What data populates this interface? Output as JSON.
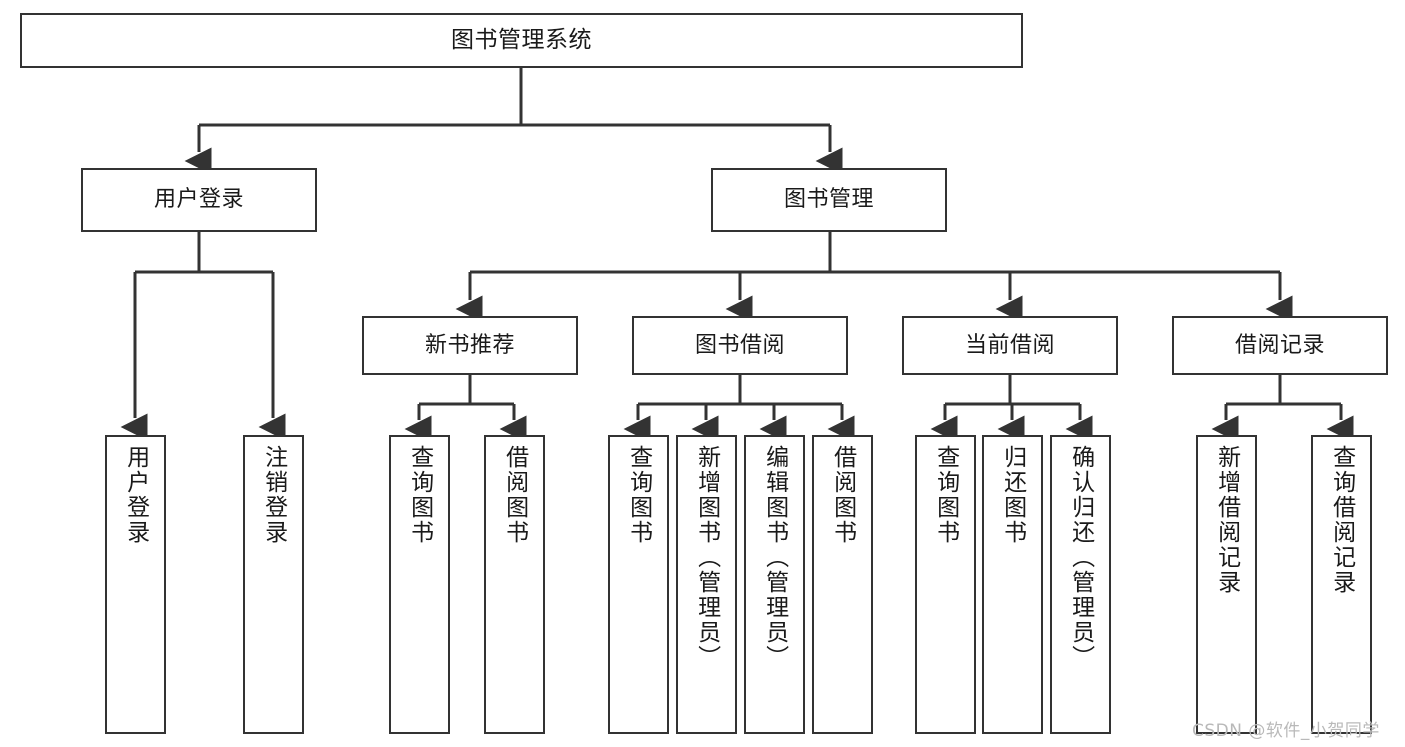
{
  "diagram": {
    "type": "tree-hierarchy",
    "title": "图书管理系统",
    "watermark": "CSDN @软件_小贺同学",
    "colors": {
      "background": "#ffffff",
      "box_border": "#333333",
      "box_fill": "#ffffff",
      "edge": "#333333",
      "text": "#1a1a1a",
      "watermark": "#b9b9b9"
    },
    "root": {
      "id": "root",
      "label": "图书管理系统"
    },
    "level1": [
      {
        "id": "user-login",
        "label": "用户登录"
      },
      {
        "id": "book-manage",
        "label": "图书管理"
      }
    ],
    "level2": [
      {
        "id": "new-book-recommend",
        "label": "新书推荐",
        "parent": "book-manage"
      },
      {
        "id": "book-borrow",
        "label": "图书借阅",
        "parent": "book-manage"
      },
      {
        "id": "current-borrow",
        "label": "当前借阅",
        "parent": "book-manage"
      },
      {
        "id": "borrow-record",
        "label": "借阅记录",
        "parent": "book-manage"
      }
    ],
    "leaves": [
      {
        "id": "leaf-user-login",
        "label": "用户登录",
        "parent": "user-login"
      },
      {
        "id": "leaf-user-logout",
        "label": "注销登录",
        "parent": "user-login"
      },
      {
        "id": "leaf-query-book-1",
        "label": "查询图书",
        "parent": "new-book-recommend"
      },
      {
        "id": "leaf-borrow-book-1",
        "label": "借阅图书",
        "parent": "new-book-recommend"
      },
      {
        "id": "leaf-query-book-2",
        "label": "查询图书",
        "parent": "book-borrow"
      },
      {
        "id": "leaf-add-book",
        "label": "新增图书（管理员）",
        "parent": "book-borrow"
      },
      {
        "id": "leaf-edit-book",
        "label": "编辑图书（管理员）",
        "parent": "book-borrow"
      },
      {
        "id": "leaf-borrow-book-2",
        "label": "借阅图书",
        "parent": "book-borrow"
      },
      {
        "id": "leaf-query-book-3",
        "label": "查询图书",
        "parent": "current-borrow"
      },
      {
        "id": "leaf-return-book",
        "label": "归还图书",
        "parent": "current-borrow"
      },
      {
        "id": "leaf-confirm-return",
        "label": "确认归还（管理员）",
        "parent": "current-borrow"
      },
      {
        "id": "leaf-add-record",
        "label": "新增借阅记录",
        "parent": "borrow-record"
      },
      {
        "id": "leaf-query-record",
        "label": "查询借阅记录",
        "parent": "borrow-record"
      }
    ]
  }
}
